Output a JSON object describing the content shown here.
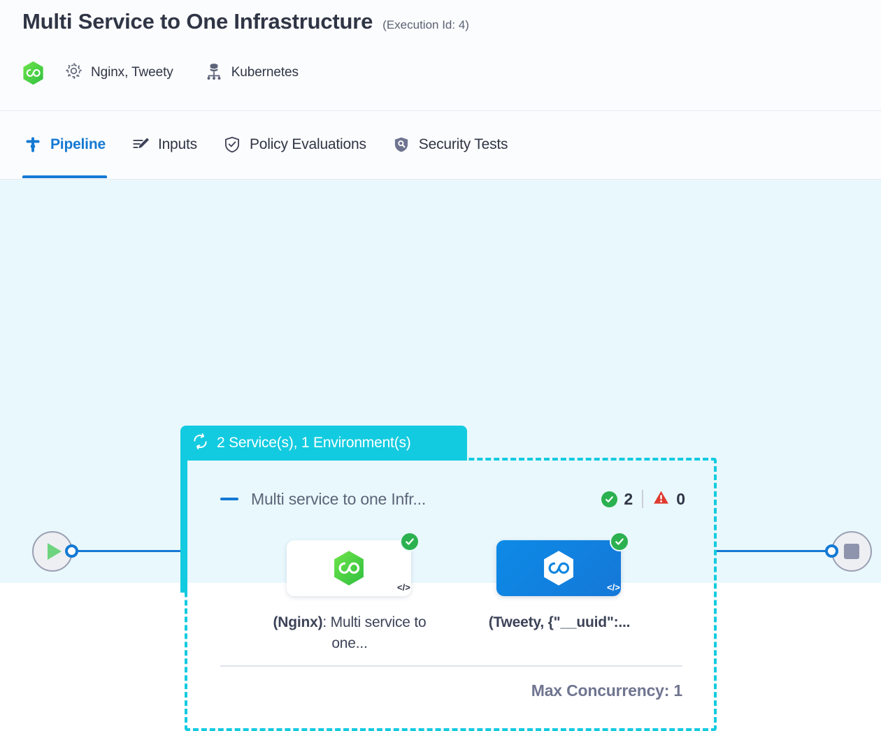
{
  "header": {
    "title": "Multi Service to One Infrastructure",
    "execution_id": "(Execution Id: 4)",
    "product_icon": "hexagon-infinity-logo",
    "services_icon": "gear-icon",
    "services": "Nginx, Tweety",
    "infrastructure_icon": "database-cluster-icon",
    "infrastructure": "Kubernetes"
  },
  "tabs": [
    {
      "id": "pipeline",
      "label": "Pipeline",
      "icon": "pipeline-icon",
      "active": true
    },
    {
      "id": "inputs",
      "label": "Inputs",
      "icon": "inputs-icon",
      "active": false
    },
    {
      "id": "policy",
      "label": "Policy Evaluations",
      "icon": "shield-check-icon",
      "active": false
    },
    {
      "id": "security",
      "label": "Security Tests",
      "icon": "shield-scan-icon",
      "active": false
    }
  ],
  "canvas": {
    "start_node": {
      "icon": "play-icon",
      "name": "start"
    },
    "end_node": {
      "icon": "stop-icon",
      "name": "end"
    },
    "group": {
      "header_icon": "loop-icon",
      "header_label": "2 Service(s), 1 Environment(s)",
      "header_color": "#13cbe0",
      "collapse_icon": "minus-icon",
      "title": "Multi service to one Infr...",
      "success_icon": "check-circle-icon",
      "success_count": "2",
      "warning_icon": "warning-triangle-icon",
      "warning_count": "0",
      "max_concurrency": "Max Concurrency: 1",
      "cards": [
        {
          "id": "nginx",
          "logo": "hexagon-infinity-logo",
          "status_icon": "check-circle-icon",
          "code_icon": "code-icon",
          "label_bold": "(Nginx)",
          "label_rest": ": Multi service to one...",
          "card_color": "#ffffff"
        },
        {
          "id": "tweety",
          "logo": "hexagon-infinity-logo",
          "status_icon": "check-circle-icon",
          "code_icon": "code-icon",
          "label_bold": "(Tweety, {\"__uuid\":...",
          "label_rest": "",
          "card_color": "#1186e0"
        }
      ]
    }
  },
  "colors": {
    "accent_blue": "#1479d4",
    "teal": "#13cbe0",
    "green": "#2bb14f",
    "red": "#e03a2f",
    "canvas_bg": "#e9f8fd"
  }
}
